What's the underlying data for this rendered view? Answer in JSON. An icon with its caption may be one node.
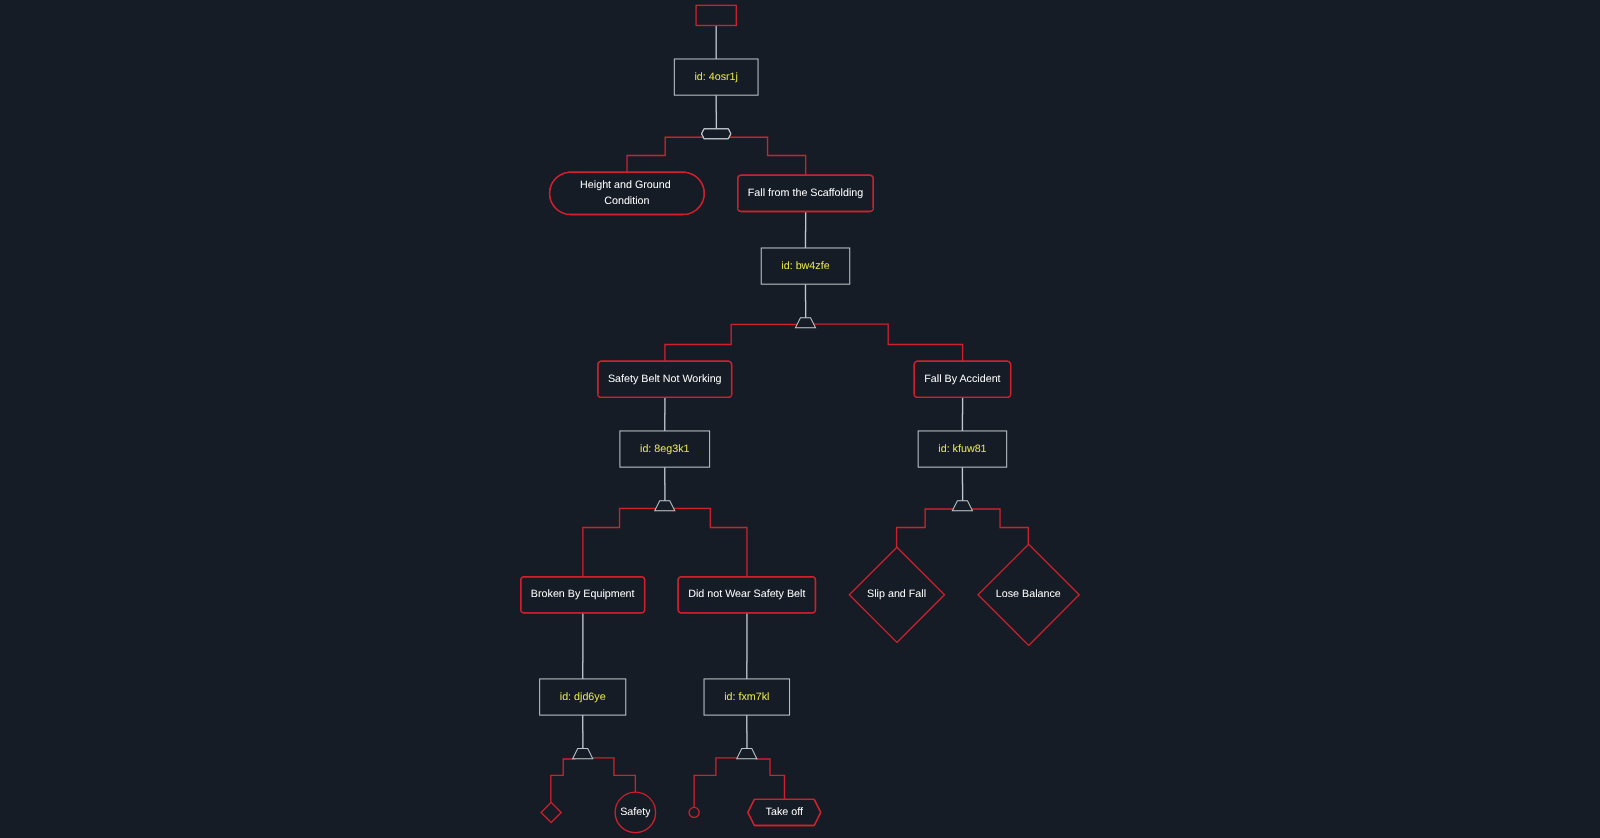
{
  "diagram": {
    "nodes": [
      {
        "text": [],
        "shape": "box"
      },
      {
        "text": [
          "id: 4osr1j"
        ]
      },
      {
        "text": [],
        "shape": "hexagon"
      },
      {
        "text": [
          "Height and Ground Condition"
        ]
      },
      {
        "text": [
          "Fall from the Scaffolding"
        ]
      },
      {
        "text": [
          "id: bw4zfe"
        ]
      },
      {
        "text": [],
        "shape": "gate"
      },
      {
        "text": [
          "Safety Belt Not Working"
        ]
      },
      {
        "text": [
          "id: 8eg3k1"
        ]
      },
      {
        "text": [],
        "shape": "gate"
      },
      {
        "text": [
          "Fall By Accident"
        ]
      },
      {
        "text": [
          "id: kfuw81"
        ]
      },
      {
        "text": [],
        "shape": "gate"
      },
      {
        "text": [
          "Broken By Equipment"
        ]
      },
      {
        "text": [
          "id: djd6ye"
        ]
      },
      {
        "text": [],
        "shape": "gate"
      },
      {
        "text": [
          "Did not Wear Safety Belt"
        ]
      },
      {
        "text": [
          "id: fxm7kl"
        ]
      },
      {
        "text": [],
        "shape": "gate"
      },
      {
        "text": [
          "Slip and Fall"
        ]
      },
      {
        "text": [
          "Lose Balance"
        ]
      },
      {
        "text": [],
        "shape": "diamond"
      },
      {
        "text": [
          "Safety"
        ]
      },
      {
        "text": [],
        "shape": "circle"
      },
      {
        "text": [
          "Take off"
        ]
      }
    ],
    "edges": [
      {
        "from": 0,
        "to": 1,
        "arrow": "none",
        "color": "#c0c6cc"
      },
      {
        "from": 1,
        "to": 2,
        "arrow": "none",
        "color": "#c0c6cc"
      },
      {
        "from": 2,
        "to": 3,
        "arrow": "none",
        "color": "#d0202e"
      },
      {
        "from": 2,
        "to": 4,
        "arrow": "none",
        "color": "#d0202e"
      },
      {
        "from": 4,
        "to": 5,
        "arrow": "none",
        "color": "#c0c6cc"
      },
      {
        "from": 5,
        "to": 6,
        "arrow": "none",
        "color": "#c0c6cc"
      },
      {
        "from": 6,
        "to": 7,
        "arrow": "none",
        "color": "#d0202e"
      },
      {
        "from": 6,
        "to": 10,
        "arrow": "none",
        "color": "#d0202e"
      },
      {
        "from": 7,
        "to": 8,
        "arrow": "none",
        "color": "#c0c6cc"
      },
      {
        "from": 8,
        "to": 9,
        "arrow": "none",
        "color": "#c0c6cc"
      },
      {
        "from": 9,
        "to": 13,
        "arrow": "none",
        "color": "#d0202e"
      },
      {
        "from": 9,
        "to": 16,
        "arrow": "none",
        "color": "#d0202e"
      },
      {
        "from": 10,
        "to": 11,
        "arrow": "none",
        "color": "#c0c6cc"
      },
      {
        "from": 11,
        "to": 12,
        "arrow": "none",
        "color": "#c0c6cc"
      },
      {
        "from": 12,
        "to": 19,
        "arrow": "none",
        "color": "#d0202e"
      },
      {
        "from": 12,
        "to": 20,
        "arrow": "none",
        "color": "#d0202e"
      },
      {
        "from": 13,
        "to": 14,
        "arrow": "none",
        "color": "#c0c6cc"
      },
      {
        "from": 14,
        "to": 15,
        "arrow": "none",
        "color": "#c0c6cc"
      },
      {
        "from": 15,
        "to": 21,
        "arrow": "none",
        "color": "#d0202e"
      },
      {
        "from": 15,
        "to": 22,
        "arrow": "none",
        "color": "#d0202e"
      },
      {
        "from": 16,
        "to": 17,
        "arrow": "none",
        "color": "#c0c6cc"
      },
      {
        "from": 17,
        "to": 18,
        "arrow": "none",
        "color": "#c0c6cc"
      },
      {
        "from": 18,
        "to": 23,
        "arrow": "none",
        "color": "#d0202e"
      },
      {
        "from": 18,
        "to": 24,
        "arrow": "none",
        "color": "#d0202e"
      }
    ]
  }
}
